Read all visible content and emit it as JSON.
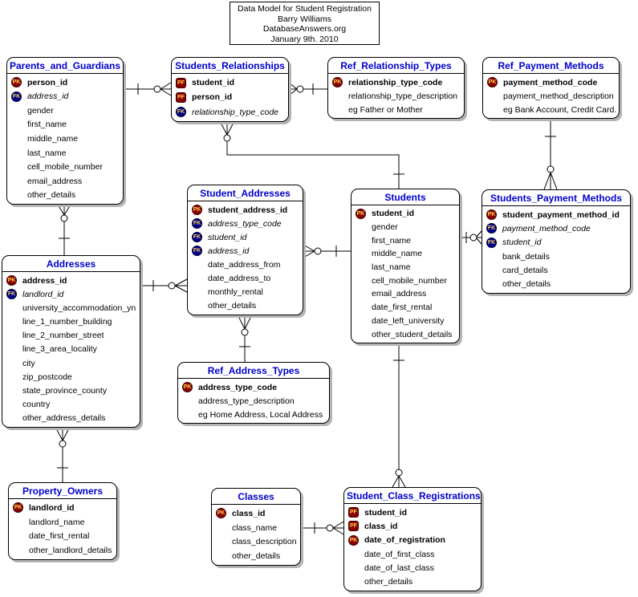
{
  "diagram_title_box": {
    "lines": [
      "Data Model for Student Registration",
      "Barry Williams",
      "DatabaseAnswers.org",
      "January 9th. 2010"
    ]
  },
  "colors": {
    "entity_title_text": "#0000CC",
    "pk_badge_bg": "#8B0000",
    "fk_badge_bg": "#00008B",
    "badge_text": "#FFD24D",
    "entity_border": "#000000",
    "entity_shadow": "#B4B4B4",
    "relationship_line": "#000000"
  },
  "entities": [
    {
      "id": "parents_and_guardians",
      "name": "Parents_and_Guardians",
      "attributes": [
        {
          "badge": "PK",
          "text": "person_id",
          "emphasis": "bold"
        },
        {
          "badge": "FK",
          "text": "address_id",
          "emphasis": "italic"
        },
        {
          "text": "gender"
        },
        {
          "text": "first_name"
        },
        {
          "text": "middle_name"
        },
        {
          "text": "last_name"
        },
        {
          "text": "cell_mobile_number"
        },
        {
          "text": "email_address"
        },
        {
          "text": "other_details"
        }
      ]
    },
    {
      "id": "students_relationships",
      "name": "Students_Relationships",
      "attributes": [
        {
          "badge": "PF",
          "text": "student_id",
          "emphasis": "bold"
        },
        {
          "badge": "PF",
          "text": "person_id",
          "emphasis": "bold"
        },
        {
          "badge": "FK",
          "text": "relationship_type_code",
          "emphasis": "italic"
        }
      ]
    },
    {
      "id": "ref_relationship_types",
      "name": "Ref_Relationship_Types",
      "attributes": [
        {
          "badge": "PK",
          "text": "relationship_type_code",
          "emphasis": "bold"
        },
        {
          "text": "relationship_type_description"
        },
        {
          "text": "eg Father or Mother"
        }
      ]
    },
    {
      "id": "ref_payment_methods",
      "name": "Ref_Payment_Methods",
      "attributes": [
        {
          "badge": "PK",
          "text": "payment_method_code",
          "emphasis": "bold"
        },
        {
          "text": "payment_method_description"
        },
        {
          "text": "eg Bank Account, Credit Card."
        }
      ]
    },
    {
      "id": "student_addresses",
      "name": "Student_Addresses",
      "attributes": [
        {
          "badge": "PK",
          "text": "student_address_id",
          "emphasis": "bold"
        },
        {
          "badge": "FK",
          "text": "address_type_code",
          "emphasis": "italic"
        },
        {
          "badge": "FK",
          "text": "student_id",
          "emphasis": "italic"
        },
        {
          "badge": "FK",
          "text": "address_id",
          "emphasis": "italic"
        },
        {
          "text": "date_address_from"
        },
        {
          "text": "date_address_to"
        },
        {
          "text": "monthly_rental"
        },
        {
          "text": "other_details"
        }
      ]
    },
    {
      "id": "students",
      "name": "Students",
      "attributes": [
        {
          "badge": "PK",
          "text": "student_id",
          "emphasis": "bold"
        },
        {
          "text": "gender"
        },
        {
          "text": "first_name"
        },
        {
          "text": "middle_name"
        },
        {
          "text": "last_name"
        },
        {
          "text": "cell_mobile_number"
        },
        {
          "text": "email_address"
        },
        {
          "text": "date_first_rental"
        },
        {
          "text": "date_left_university"
        },
        {
          "text": "other_student_details"
        }
      ]
    },
    {
      "id": "students_payment_methods",
      "name": "Students_Payment_Methods",
      "attributes": [
        {
          "badge": "PK",
          "text": "student_payment_method_id",
          "emphasis": "bold"
        },
        {
          "badge": "FK",
          "text": "payment_method_code",
          "emphasis": "italic"
        },
        {
          "badge": "FK",
          "text": "student_id",
          "emphasis": "italic"
        },
        {
          "text": "bank_details"
        },
        {
          "text": "card_details"
        },
        {
          "text": "other_details"
        }
      ]
    },
    {
      "id": "addresses",
      "name": "Addresses",
      "attributes": [
        {
          "badge": "PK",
          "text": "address_id",
          "emphasis": "bold"
        },
        {
          "badge": "FK",
          "text": "landlord_id",
          "emphasis": "italic"
        },
        {
          "text": "university_accommodation_yn"
        },
        {
          "text": "line_1_number_building"
        },
        {
          "text": "line_2_number_street"
        },
        {
          "text": "line_3_area_locality"
        },
        {
          "text": "city"
        },
        {
          "text": "zip_postcode"
        },
        {
          "text": "state_province_county"
        },
        {
          "text": "country"
        },
        {
          "text": "other_address_details"
        }
      ]
    },
    {
      "id": "ref_address_types",
      "name": "Ref_Address_Types",
      "attributes": [
        {
          "badge": "PK",
          "text": "address_type_code",
          "emphasis": "bold"
        },
        {
          "text": "address_type_description"
        },
        {
          "text": "eg Home Address, Local Address"
        }
      ]
    },
    {
      "id": "property_owners",
      "name": "Property_Owners",
      "attributes": [
        {
          "badge": "PK",
          "text": "landlord_id",
          "emphasis": "bold"
        },
        {
          "text": "landlord_name"
        },
        {
          "text": "date_first_rental"
        },
        {
          "text": "other_landlord_details"
        }
      ]
    },
    {
      "id": "classes",
      "name": "Classes",
      "attributes": [
        {
          "badge": "PK",
          "text": "class_id",
          "emphasis": "bold"
        },
        {
          "text": "class_name"
        },
        {
          "text": "class_description"
        },
        {
          "text": "other_details"
        }
      ]
    },
    {
      "id": "student_class_registrations",
      "name": "Student_Class_Registrations",
      "attributes": [
        {
          "badge": "PF",
          "text": "student_id",
          "emphasis": "bold"
        },
        {
          "badge": "PF",
          "text": "class_id",
          "emphasis": "bold"
        },
        {
          "badge": "PK",
          "text": "date_of_registration",
          "emphasis": "bold"
        },
        {
          "text": "date_of_first_class"
        },
        {
          "text": "date_of_last_class"
        },
        {
          "text": "other_details"
        }
      ]
    }
  ],
  "relationships": [
    {
      "one_side": "Parents_and_Guardians",
      "many_side": "Students_Relationships",
      "many_cardinality": "zero-or-many"
    },
    {
      "one_side": "Ref_Relationship_Types",
      "many_side": "Students_Relationships",
      "many_cardinality": "zero-or-many"
    },
    {
      "one_side": "Ref_Payment_Methods",
      "many_side": "Students_Payment_Methods",
      "many_cardinality": "zero-or-many"
    },
    {
      "one_side": "Students",
      "many_side": "Students_Relationships",
      "many_cardinality": "zero-or-many"
    },
    {
      "one_side": "Addresses",
      "many_side": "Parents_and_Guardians",
      "many_cardinality": "zero-or-many"
    },
    {
      "one_side": "Addresses",
      "many_side": "Student_Addresses",
      "many_cardinality": "zero-or-many"
    },
    {
      "one_side": "Students",
      "many_side": "Student_Addresses",
      "many_cardinality": "zero-or-many"
    },
    {
      "one_side": "Students",
      "many_side": "Students_Payment_Methods",
      "many_cardinality": "zero-or-many"
    },
    {
      "one_side": "Ref_Address_Types",
      "many_side": "Student_Addresses",
      "many_cardinality": "zero-or-many"
    },
    {
      "one_side": "Property_Owners",
      "many_side": "Addresses",
      "many_cardinality": "zero-or-many"
    },
    {
      "one_side": "Students",
      "many_side": "Student_Class_Registrations",
      "many_cardinality": "zero-or-many"
    },
    {
      "one_side": "Classes",
      "many_side": "Student_Class_Registrations",
      "many_cardinality": "zero-or-many"
    }
  ]
}
